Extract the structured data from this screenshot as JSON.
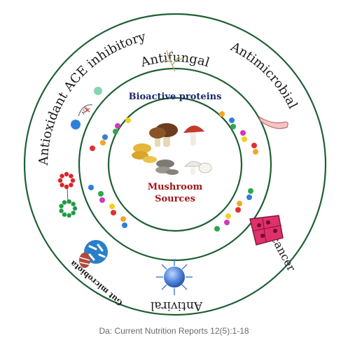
{
  "center": {
    "line1": "Mushroom",
    "line2": "Sources"
  },
  "middle_ring_label": "Bioactive proteins",
  "activities": {
    "antifungal": "Antifungal",
    "antimicrobial": "Antimicrobial",
    "anticancer": "Anticancer",
    "antiviral": "Antiviral",
    "gut_microbiota": "Gut microbiota",
    "antioxidant": "Antioxidant",
    "ace_inhibitory": "ACE inhibitory"
  },
  "ace_icon_label": "ACE",
  "caption": "Da: Current Nutrition Reports 12(5):1-18",
  "colors": {
    "ring": "#1f5f33",
    "center_text": "#a01818",
    "label_text": "#1c2a6a",
    "bead_palette": [
      "#e03030",
      "#f5a623",
      "#2f7fd8",
      "#2ea84a",
      "#d03ab8",
      "#f0d020"
    ]
  },
  "icons": {
    "antifungal": "fungal-hyphae-icon",
    "antimicrobial": "worm-microbe-icon",
    "anticancer": "cancer-cells-icon",
    "antiviral": "virus-icon",
    "gut_microbiota": "gut-bacteria-icon",
    "antioxidant": "molecule-ring-icon",
    "ace_inhibitory": "enzyme-inhibition-icon",
    "mushrooms": "mushroom-cluster-icon",
    "peptide_chain": "peptide-chain-icon"
  }
}
